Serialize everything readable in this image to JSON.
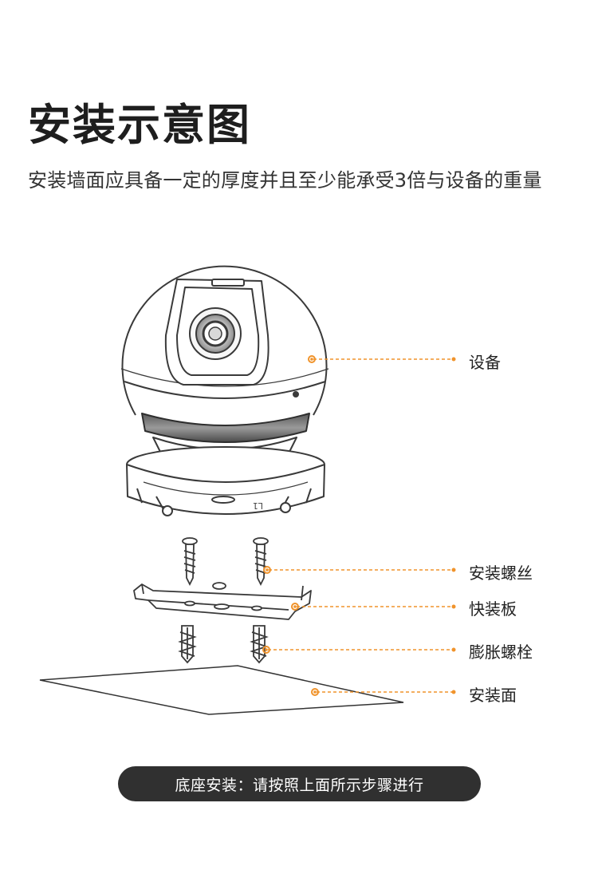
{
  "title": "安装示意图",
  "subtitle": "安装墙面应具备一定的厚度并且至少能承受3倍与设备的重量",
  "labels": {
    "device": "设备",
    "screw": "安装螺丝",
    "plate": "快装板",
    "anchor": "膨胀螺栓",
    "surface": "安装面"
  },
  "base_marking": "L1",
  "footer_note": "底座安装：请按照上面所示步骤进行",
  "colors": {
    "accent": "#f0932b",
    "text": "#222222",
    "banner": "#303030"
  }
}
